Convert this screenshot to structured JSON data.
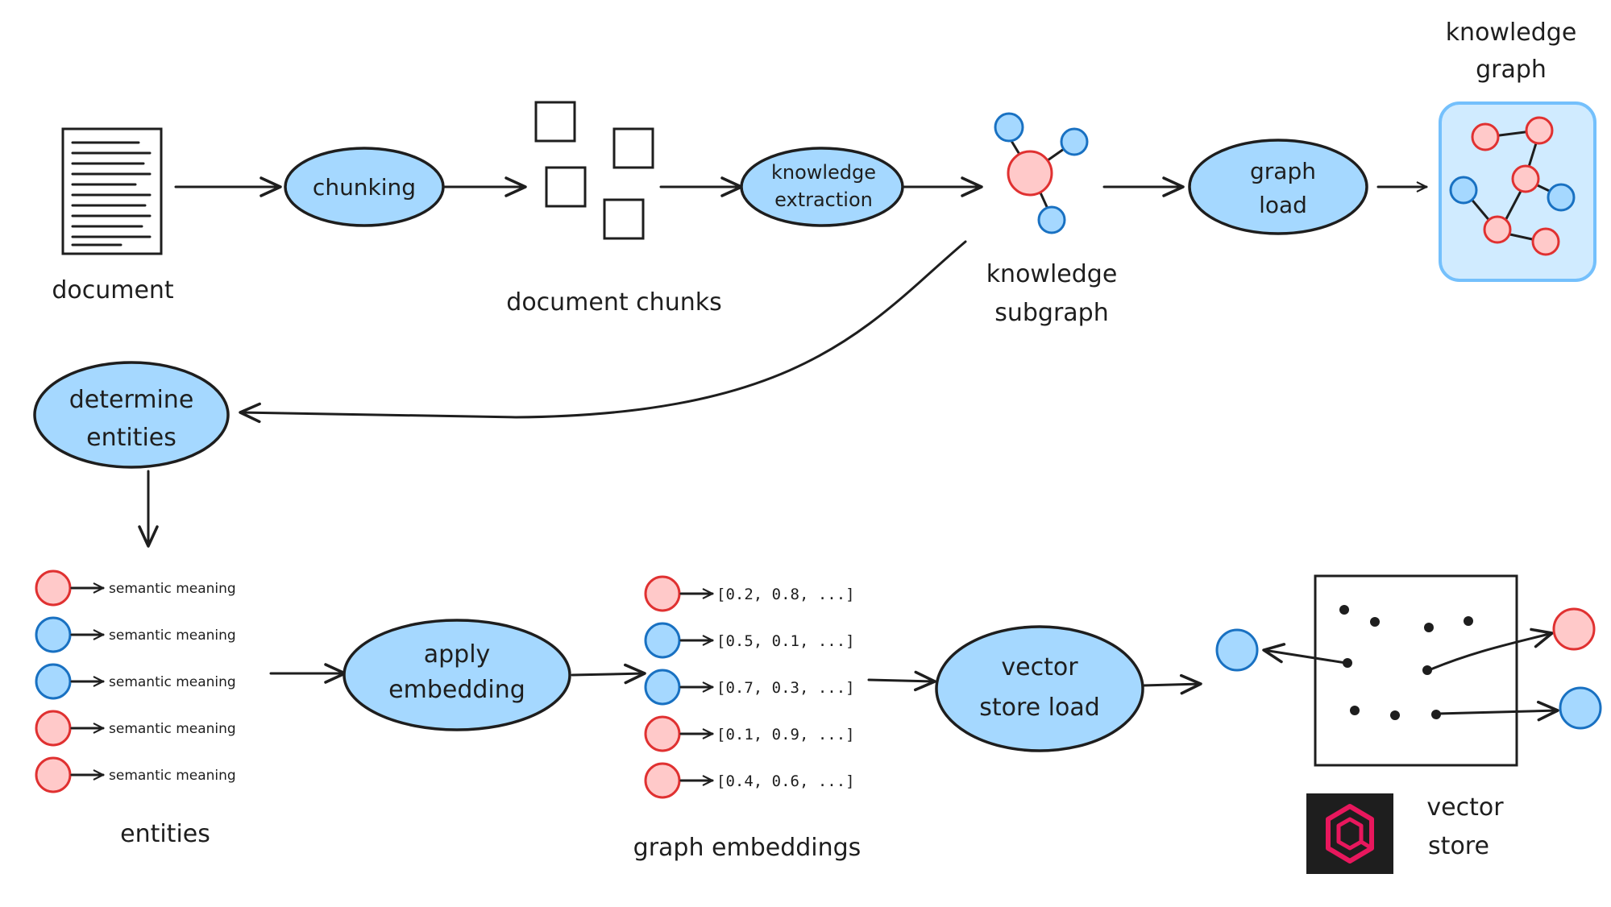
{
  "colors": {
    "process_fill": "#a5d8ff",
    "node_red_fill": "#ffc9c9",
    "node_red_stroke": "#e03131",
    "node_blue_fill": "#a5d8ff",
    "node_blue_stroke": "#1971c2",
    "graph_panel_fill": "#d0ebff",
    "graph_panel_stroke": "#74c0fc",
    "ink": "#1e1e1e",
    "logo_bg": "#1e1e1e",
    "logo_accent": "#e8175d"
  },
  "labels": {
    "document": "document",
    "document_chunks": "document chunks",
    "knowledge_subgraph_1": "knowledge",
    "knowledge_subgraph_2": "subgraph",
    "knowledge_graph_1": "knowledge",
    "knowledge_graph_2": "graph",
    "entities": "entities",
    "graph_embeddings": "graph embeddings",
    "vector_store_1": "vector",
    "vector_store_2": "store"
  },
  "processes": {
    "chunking": "chunking",
    "knowledge_extraction_1": "knowledge",
    "knowledge_extraction_2": "extraction",
    "graph_load_1": "graph",
    "graph_load_2": "load",
    "determine_entities_1": "determine",
    "determine_entities_2": "entities",
    "apply_embedding_1": "apply",
    "apply_embedding_2": "embedding",
    "vector_store_load_1": "vector",
    "vector_store_load_2": "store load"
  },
  "entities": [
    {
      "color": "red",
      "label": "semantic meaning"
    },
    {
      "color": "blue",
      "label": "semantic meaning"
    },
    {
      "color": "blue",
      "label": "semantic meaning"
    },
    {
      "color": "red",
      "label": "semantic meaning"
    },
    {
      "color": "red",
      "label": "semantic meaning"
    }
  ],
  "embeddings": [
    {
      "color": "red",
      "vector": "[0.2, 0.8,  ...]"
    },
    {
      "color": "blue",
      "vector": "[0.5, 0.1,  ...]"
    },
    {
      "color": "blue",
      "vector": "[0.7, 0.3,  ...]"
    },
    {
      "color": "red",
      "vector": "[0.1, 0.9,  ...]"
    },
    {
      "color": "red",
      "vector": "[0.4, 0.6,  ...]"
    }
  ]
}
